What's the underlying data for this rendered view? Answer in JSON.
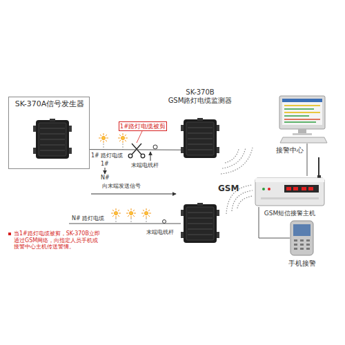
{
  "diagram": {
    "nodes": [
      {
        "text": [
          "SK-370A信号发生器"
        ]
      },
      {
        "text": [
          "SK-370B GSM路灯电缆监测器"
        ]
      },
      {
        "text": [
          "1#路灯电缆被剪"
        ]
      },
      {
        "text": [
          "接警中心"
        ]
      },
      {
        "text": [
          "GSM短信接警主机"
        ]
      },
      {
        "text": [
          "手机接警"
        ]
      }
    ],
    "edges": [
      {
        "from": 0,
        "to": 1,
        "arrow": "none",
        "label": "1# 路灯电缆"
      },
      {
        "from": 4,
        "to": 3,
        "arrow": "none"
      },
      {
        "from": 4,
        "to": 5,
        "arrow": "none"
      }
    ],
    "labels": [
      "末端电线杆",
      "1#",
      "N#",
      "向末端发送信号",
      "N# 路灯电缆",
      "末端电线杆",
      "GSM",
      "当1#路灯电缆被剪，SK-370B立即通过GSM网络，向指定人员手机或接警中心主机传送警情。"
    ]
  }
}
